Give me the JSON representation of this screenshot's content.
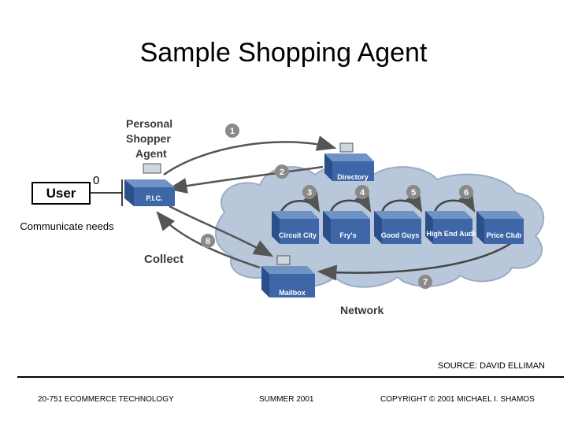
{
  "slide": {
    "title": "Sample Shopping Agent",
    "user_label": "User",
    "step_zero": "0",
    "communicate_label": "Communicate needs",
    "source": "SOURCE: DAVID ELLIMAN"
  },
  "diagram": {
    "personal_shopper": [
      "Personal",
      "Shopper",
      "Agent"
    ],
    "pic_label": "P.I.C.",
    "directory_label": "Directory",
    "mailbox_label": "Mailbox",
    "collect_label": "Collect",
    "network_label": "Network",
    "stores": [
      "Circuit City",
      "Fry's",
      "Good Guys",
      "High End Audio",
      "Price Club"
    ],
    "steps": [
      "1",
      "2",
      "3",
      "4",
      "5",
      "6",
      "7",
      "8"
    ],
    "colors": {
      "cloud": "#b7c6da",
      "box_top": "#6f93c4",
      "box_side": "#2b4f8a",
      "step": "#8a8a8a"
    }
  },
  "footer": {
    "course": "20-751 ECOMMERCE TECHNOLOGY",
    "term": "SUMMER 2001",
    "copyright": "COPYRIGHT © 2001 MICHAEL I. SHAMOS"
  }
}
